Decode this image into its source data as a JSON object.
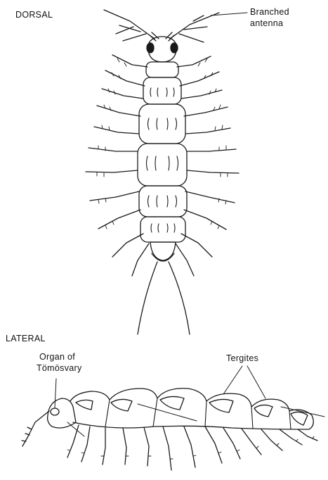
{
  "figure": {
    "views": [
      {
        "title": "DORSAL"
      },
      {
        "title": "LATERAL"
      }
    ],
    "labels": {
      "branched_antenna_line1": "Branched",
      "branched_antenna_line2": "antenna",
      "organ_line1": "Organ of",
      "organ_line2": "Tömösvary",
      "tergites": "Tergites"
    }
  }
}
